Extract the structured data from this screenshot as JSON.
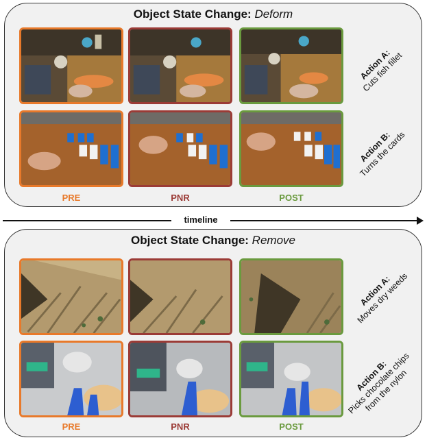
{
  "panels": [
    {
      "title_prefix": "Object State Change:",
      "state": "Deform",
      "actions": [
        {
          "title": "Action A:",
          "text": "Cuts fish fillet"
        },
        {
          "title": "Action B:",
          "text": "Turns the cards"
        }
      ],
      "phase_labels": [
        "PRE",
        "PNR",
        "POST"
      ]
    },
    {
      "title_prefix": "Object State Change:",
      "state": "Remove",
      "actions": [
        {
          "title": "Action A:",
          "text": "Moves dry weeds"
        },
        {
          "title": "Action B:",
          "text": "Picks chocolate chips from the nylon"
        }
      ],
      "phase_labels": [
        "PRE",
        "PNR",
        "POST"
      ]
    }
  ],
  "timeline_label": "timeline",
  "colors": {
    "pre": "#e8792a",
    "pnr": "#9b3b36",
    "post": "#6a9a3e",
    "panel_bg": "#f1f1f1"
  }
}
